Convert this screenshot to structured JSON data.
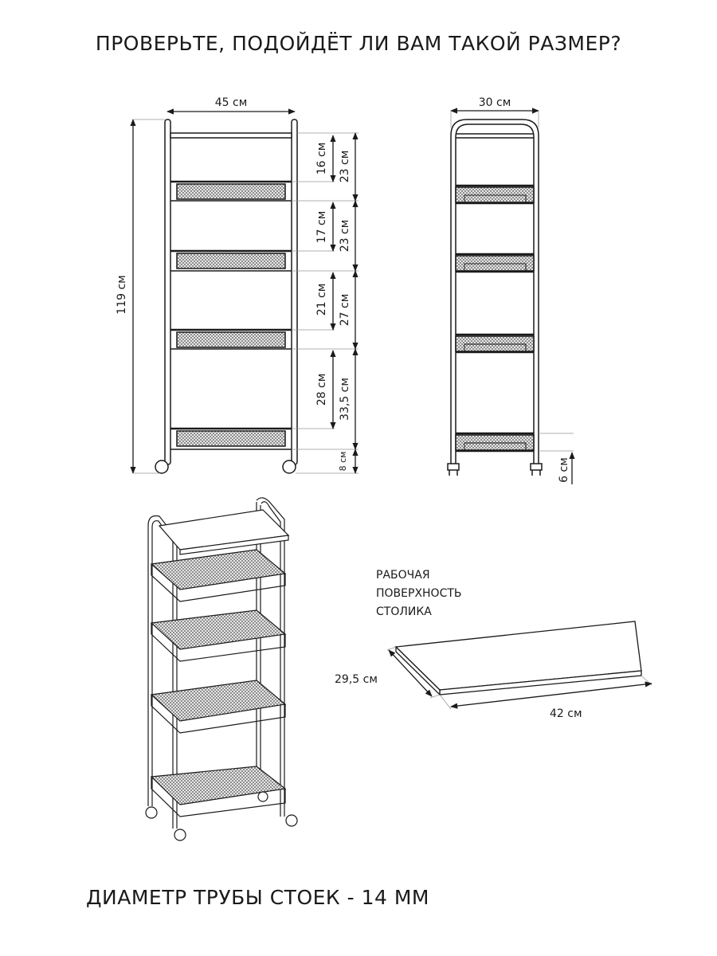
{
  "header": {
    "title": "ПРОВЕРЬТЕ, ПОДОЙДЁТ ЛИ ВАМ ТАКОЙ РАЗМЕР?"
  },
  "front_view": {
    "width": "45 см",
    "height": "119 см",
    "inner": [
      "16 см",
      "17 см",
      "21 см",
      "28 см"
    ],
    "outer": [
      "23 см",
      "23 см",
      "27 см",
      "33,5 см"
    ],
    "wheel": "8 см"
  },
  "side_view": {
    "depth": "30 см",
    "foot": "6 см"
  },
  "tabletop": {
    "caption": [
      "РАБОЧАЯ",
      "ПОВЕРХНОСТЬ",
      "СТОЛИКА"
    ],
    "depth": "29,5 см",
    "width": "42 см"
  },
  "footer": {
    "text": "ДИАМЕТР ТРУБЫ СТОЕК - 14 ММ"
  },
  "colors": {
    "line": "#1a1a1a",
    "mesh": "#9a9a9a",
    "guide": "#888888"
  }
}
